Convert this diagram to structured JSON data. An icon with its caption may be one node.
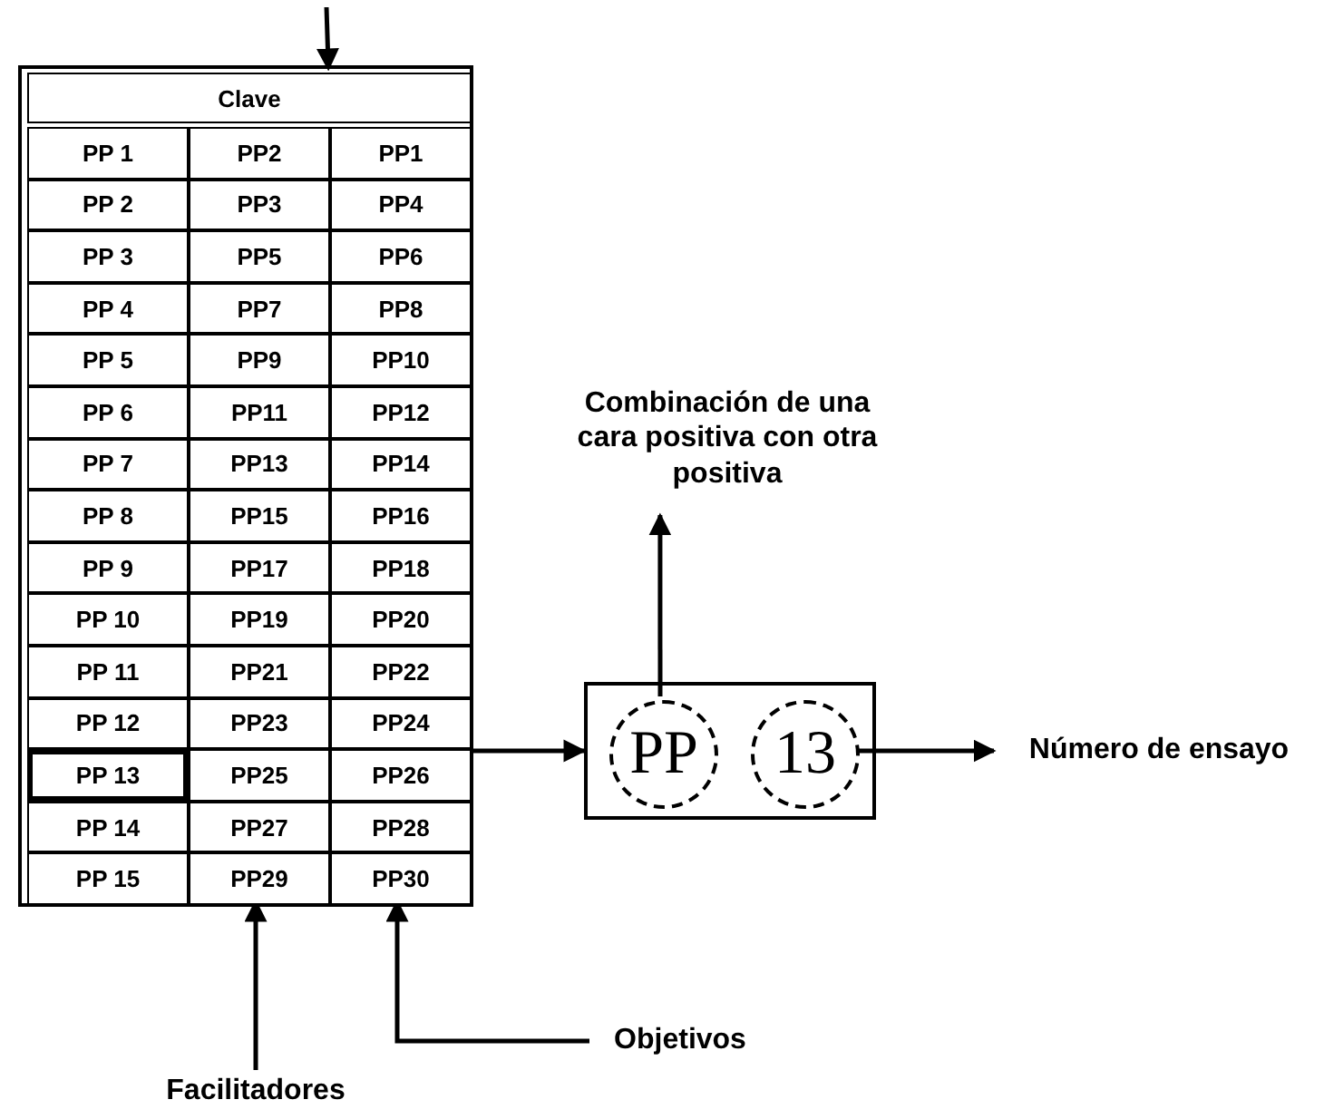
{
  "diagram": {
    "nodes": [
      {
        "text": [],
        "shape": "box"
      },
      {
        "text": [
          "Clave"
        ],
        "in": 0
      },
      {
        "text": [
          "PP 1"
        ],
        "in": 0
      },
      {
        "text": [
          "PP2"
        ],
        "in": 0
      },
      {
        "text": [
          "PP1"
        ],
        "in": 0
      },
      {
        "text": [
          "PP 2"
        ],
        "in": 0
      },
      {
        "text": [
          "PP3"
        ],
        "in": 0
      },
      {
        "text": [
          "PP4"
        ],
        "in": 0
      },
      {
        "text": [
          "PP 3"
        ],
        "in": 0
      },
      {
        "text": [
          "PP5"
        ],
        "in": 0
      },
      {
        "text": [
          "PP6"
        ],
        "in": 0
      },
      {
        "text": [
          "PP 4"
        ],
        "in": 0
      },
      {
        "text": [
          "PP7"
        ],
        "in": 0
      },
      {
        "text": [
          "PP8"
        ],
        "in": 0
      },
      {
        "text": [
          "PP 5"
        ],
        "in": 0
      },
      {
        "text": [
          "PP9"
        ],
        "in": 0
      },
      {
        "text": [
          "PP10"
        ],
        "in": 0
      },
      {
        "text": [
          "PP 6"
        ],
        "in": 0
      },
      {
        "text": [
          "PP11"
        ],
        "in": 0
      },
      {
        "text": [
          "PP12"
        ],
        "in": 0
      },
      {
        "text": [
          "PP 7"
        ],
        "in": 0
      },
      {
        "text": [
          "PP13"
        ],
        "in": 0
      },
      {
        "text": [
          "PP14"
        ],
        "in": 0
      },
      {
        "text": [
          "PP 8"
        ],
        "in": 0
      },
      {
        "text": [
          "PP15"
        ],
        "in": 0
      },
      {
        "text": [
          "PP16"
        ],
        "in": 0
      },
      {
        "text": [
          "PP 9"
        ],
        "in": 0
      },
      {
        "text": [
          "PP17"
        ],
        "in": 0
      },
      {
        "text": [
          "PP18"
        ],
        "in": 0
      },
      {
        "text": [
          "PP 10"
        ],
        "in": 0
      },
      {
        "text": [
          "PP19"
        ],
        "in": 0
      },
      {
        "text": [
          "PP20"
        ],
        "in": 0
      },
      {
        "text": [
          "PP 11"
        ],
        "in": 0
      },
      {
        "text": [
          "PP21"
        ],
        "in": 0
      },
      {
        "text": [
          "PP22"
        ],
        "in": 0
      },
      {
        "text": [
          "PP 12"
        ],
        "in": 0
      },
      {
        "text": [
          "PP23"
        ],
        "in": 0
      },
      {
        "text": [
          "PP24"
        ],
        "in": 0
      },
      {
        "text": [
          "PP 13"
        ],
        "in": 0
      },
      {
        "text": [
          "PP25"
        ],
        "in": 0
      },
      {
        "text": [
          "PP26"
        ],
        "in": 0
      },
      {
        "text": [
          "PP 14"
        ],
        "in": 0
      },
      {
        "text": [
          "PP27"
        ],
        "in": 0
      },
      {
        "text": [
          "PP28"
        ],
        "in": 0
      },
      {
        "text": [
          "PP 15"
        ],
        "in": 0
      },
      {
        "text": [
          "PP29"
        ],
        "in": 0
      },
      {
        "text": [
          "PP30"
        ],
        "in": 0
      },
      {
        "text": [
          "Combinación de una cara positiva con otra positiva"
        ]
      },
      {
        "text": [],
        "shape": "box"
      },
      {
        "text": [
          "PP"
        ],
        "in": 48
      },
      {
        "text": [
          "13"
        ],
        "in": 48
      },
      {
        "text": [
          "Número de ensayo"
        ]
      },
      {
        "text": [
          "Facilitadores"
        ]
      },
      {
        "text": [
          "Objetivos"
        ]
      }
    ],
    "edges": [
      {
        "from": null,
        "to": 1,
        "arrow": "to"
      },
      {
        "from": 38,
        "to": 48,
        "arrow": "to"
      },
      {
        "from": 49,
        "to": 47,
        "arrow": "to"
      },
      {
        "from": 50,
        "to": 51,
        "arrow": "to"
      },
      {
        "from": 52,
        "to": 45,
        "arrow": "to"
      },
      {
        "from": 53,
        "to": 46,
        "arrow": "to"
      }
    ]
  }
}
